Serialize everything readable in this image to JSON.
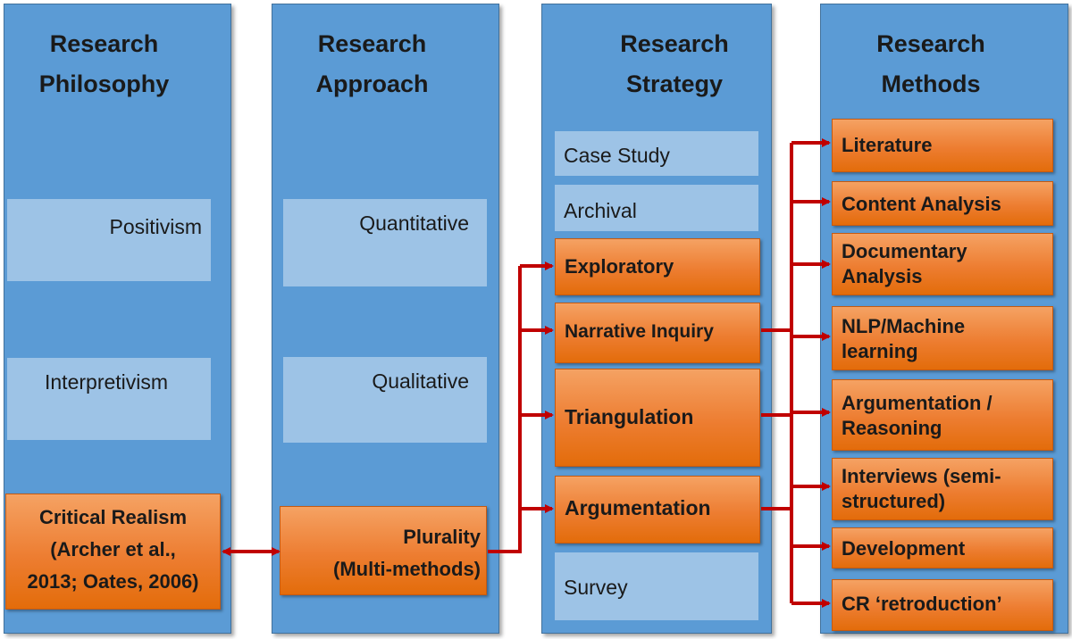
{
  "columns": {
    "philosophy": {
      "title": "Research\nPhilosophy",
      "items": [
        "Positivism",
        "Interpretivism"
      ],
      "highlight": "Critical Realism",
      "highlight_sub1": "(Archer et al.,",
      "highlight_sub2": "2013; Oates, 2006)"
    },
    "approach": {
      "title": "Research\nApproach",
      "items": [
        "Quantitative",
        "Qualitative"
      ],
      "highlight": "Plurality",
      "highlight_sub": "(Multi-methods)"
    },
    "strategy": {
      "title": "Research\nStrategy",
      "items": [
        "Case Study",
        "Archival",
        "Exploratory",
        "Narrative Inquiry",
        "Triangulation",
        "Argumentation",
        "Survey"
      ]
    },
    "methods": {
      "title": "Research\nMethods",
      "items": [
        "Literature",
        "Content Analysis",
        "Documentary Analysis",
        "NLP/Machine learning",
        "Argumentation / Reasoning",
        "Interviews (semi-structured)",
        "Development",
        "CR ‘retroduction’"
      ]
    }
  },
  "colors": {
    "column": "#5b9bd5",
    "light_box": "#9dc3e6",
    "highlight": "#ed7d31",
    "arrow": "#c00000"
  }
}
